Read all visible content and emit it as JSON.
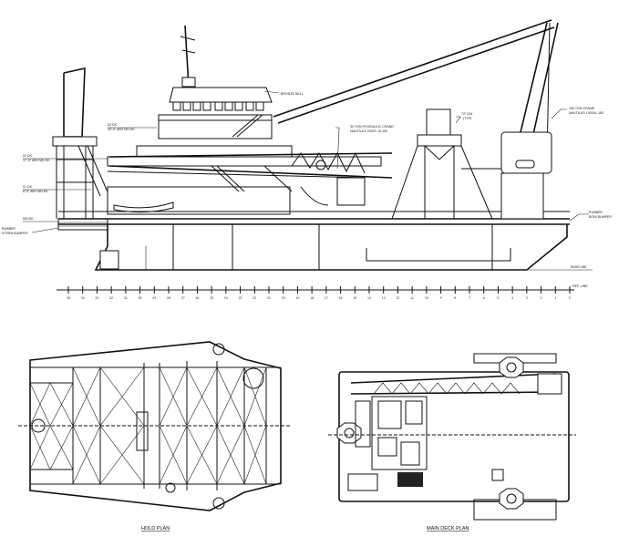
{
  "profile": {
    "labels": {
      "bronze_bell": "BRONZE BELL",
      "deck03_name": "03 DK.",
      "deck03_height": "25'-0\" ABV MN DK",
      "deck02_name": "02 DK.",
      "deck02_height": "17'-0\" ABV MN DK",
      "deck01_name": "01 DK.",
      "deck01_height": "8'-0\" ABV MN DK",
      "main_deck": "MN DK.",
      "stern_bumper_1": "RUBBER",
      "stern_bumper_2": "STERN BUMPER",
      "small_crane_1": "30 TON HYDRAULIC CRANE",
      "small_crane_2": "NAUTILUS 2000T-15-100",
      "leg_dia_1": "72\" DIA",
      "leg_dia_2": "(TYP)",
      "big_crane_1": "150 TON CRANE",
      "big_crane_2": "NAUTILUS 14000L-180",
      "bow_bumper_1": "RUBBER",
      "bow_bumper_2": "BOW BUMPER",
      "baseline": "BASELINE",
      "ref_line": "REF. LINE"
    },
    "frames": [
      "35",
      "34",
      "33",
      "32",
      "31",
      "30",
      "29",
      "28",
      "27",
      "26",
      "25",
      "24",
      "23",
      "22",
      "21",
      "20",
      "19",
      "18",
      "17",
      "16",
      "15",
      "14",
      "13",
      "12",
      "11",
      "10",
      "9",
      "8",
      "7",
      "6",
      "5",
      "4",
      "3",
      "2",
      "1",
      "0"
    ]
  },
  "hold_plan": {
    "title": "HOLD PLAN"
  },
  "main_deck_plan": {
    "title": "MAIN DECK PLAN"
  }
}
